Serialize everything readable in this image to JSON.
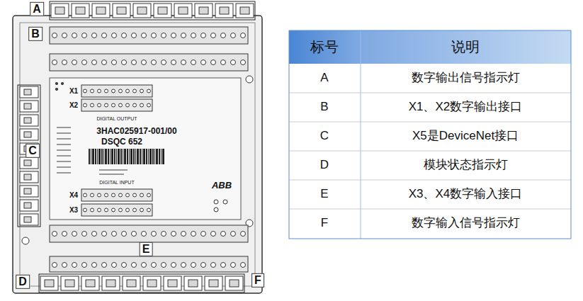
{
  "diagram": {
    "labels": [
      "A",
      "B",
      "C",
      "D",
      "E",
      "F",
      "X1",
      "X2",
      "DIGITAL OUTPUT",
      "3HAC025917-001/00",
      "DSQC 652",
      "ABB",
      "DIGITAL INPUT",
      "X4",
      "X3",
      "标号",
      "说明",
      "A",
      "数字输出信号指示灯",
      "B",
      "X1、X2数字输出接口",
      "C",
      "X5是DeviceNet接口",
      "D",
      "模块状态指示灯",
      "E",
      "X3、X4数字输入接口",
      "F",
      "数字输入信号指示灯"
    ]
  }
}
